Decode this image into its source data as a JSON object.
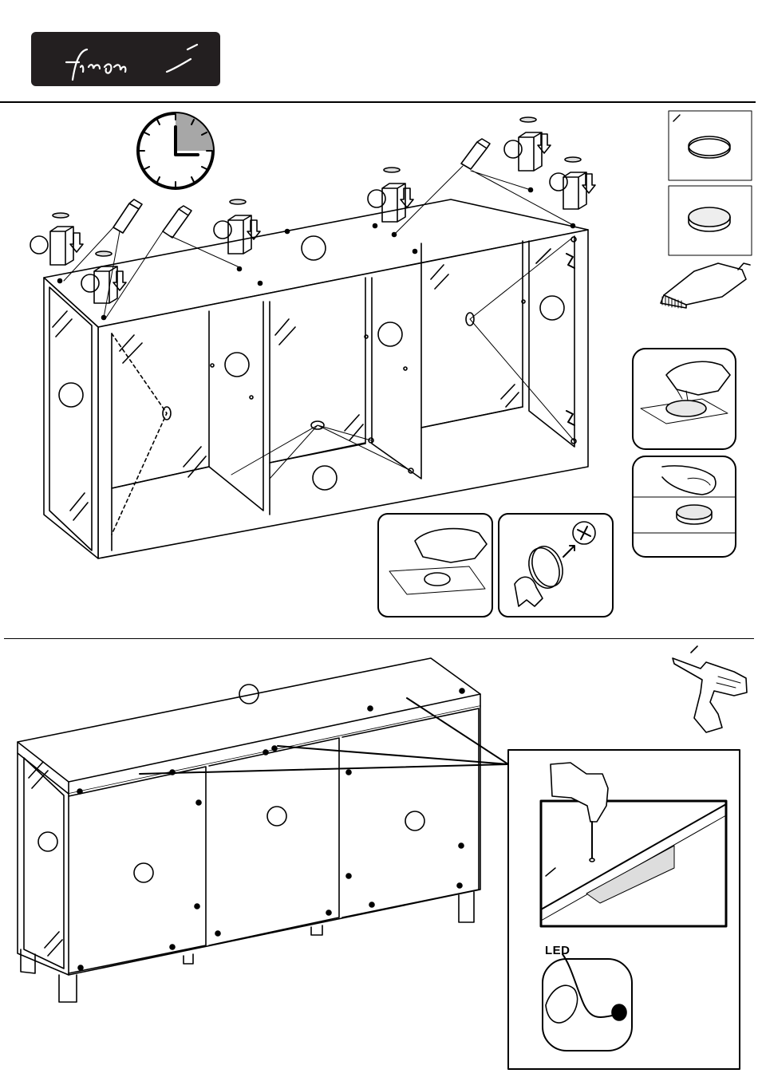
{
  "brand": {
    "logo_text": "finori"
  },
  "led": {
    "label": "LED"
  },
  "colors": {
    "ink": "#000000",
    "logo_bg": "#231f20",
    "clock_fill": "#a7a7a7"
  },
  "icons": [
    "clock-icon",
    "glue-bottle-icon",
    "drill-icon",
    "felt-pad-icon",
    "hand-icon",
    "finger-icon"
  ],
  "clock": {
    "elapsed_fraction": 0.25
  }
}
